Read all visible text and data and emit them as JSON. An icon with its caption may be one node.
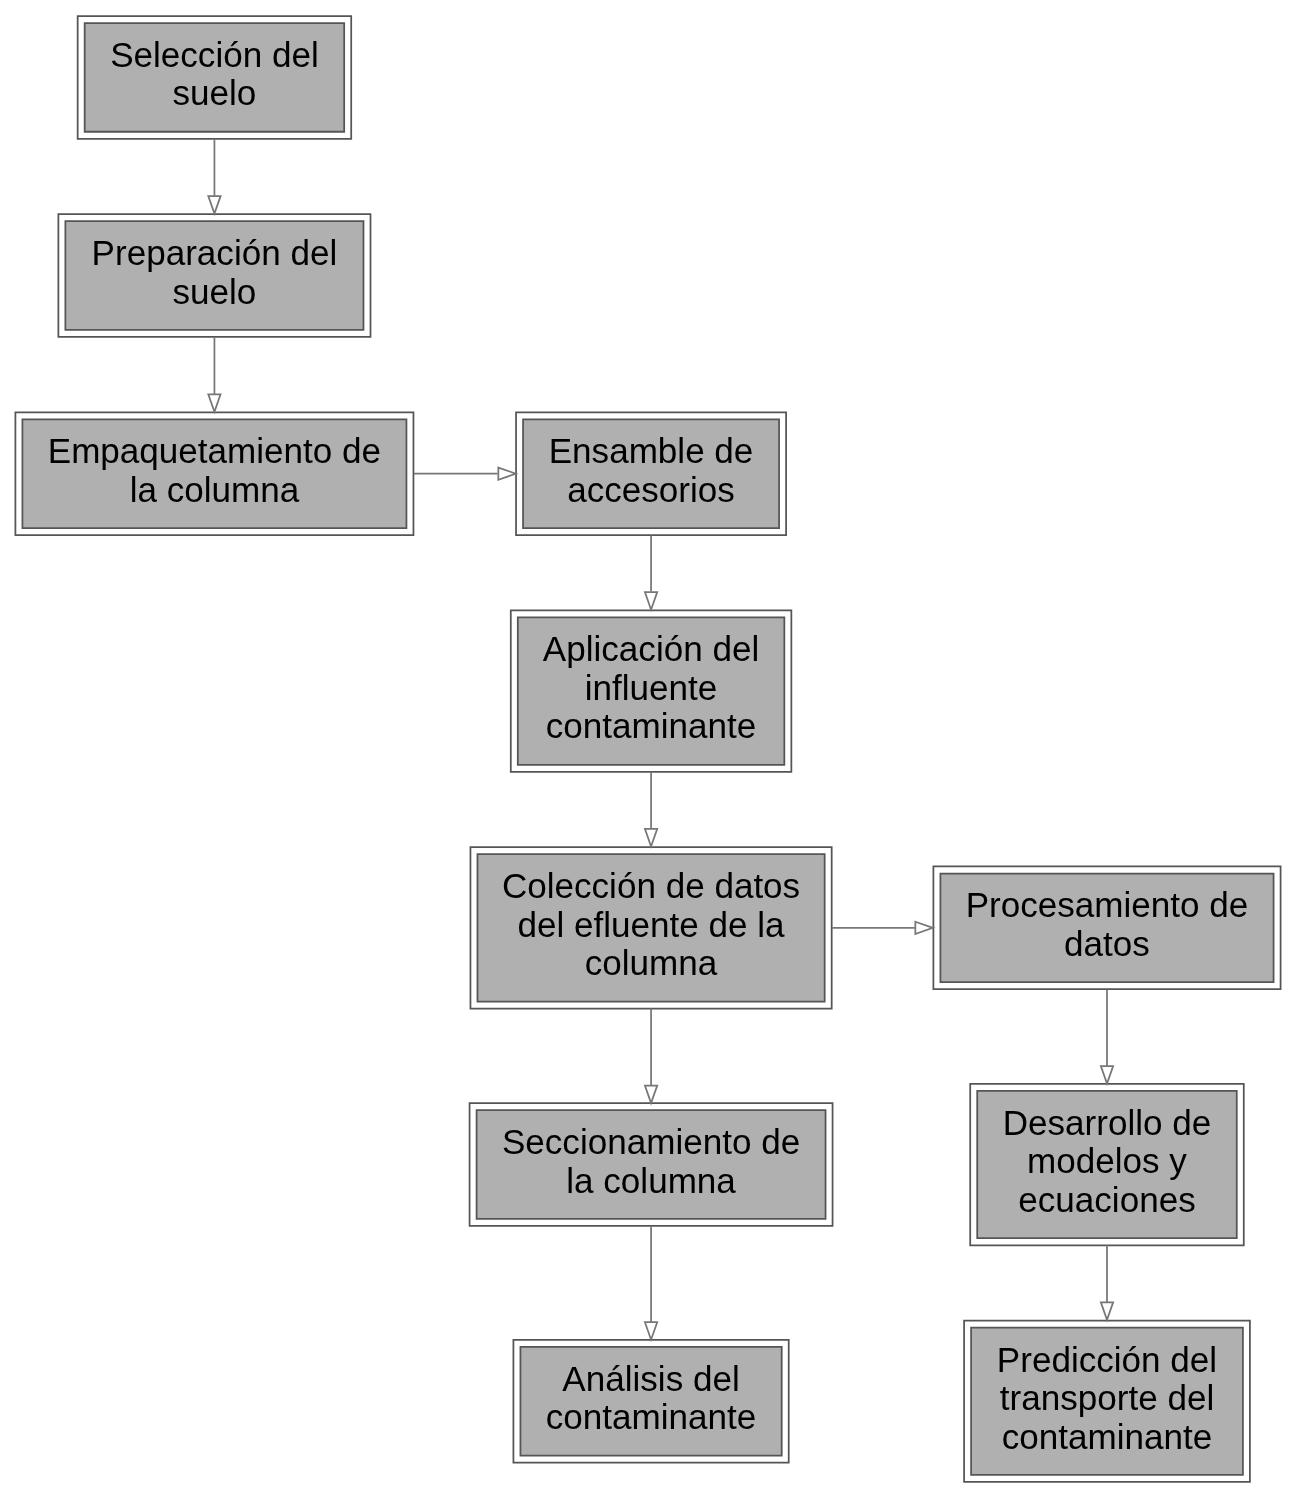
{
  "diagram": {
    "nodes": [
      {
        "text": [
          "Selección del suelo"
        ]
      },
      {
        "text": [
          "Preparación del suelo"
        ]
      },
      {
        "text": [
          "Empaquetamiento de la columna"
        ]
      },
      {
        "text": [
          "Ensamble de accesorios"
        ]
      },
      {
        "text": [
          "Aplicación del influente contaminante"
        ]
      },
      {
        "text": [
          "Colección de datos del efluente de la columna"
        ]
      },
      {
        "text": [
          "Procesamiento de datos"
        ]
      },
      {
        "text": [
          "Seccionamiento de la columna"
        ]
      },
      {
        "text": [
          "Análisis del contaminante"
        ]
      },
      {
        "text": [
          "Desarrollo de modelos y ecuaciones"
        ]
      },
      {
        "text": [
          "Predicción del transporte del contaminante"
        ]
      }
    ],
    "edges": [
      {
        "from": 0,
        "to": 1,
        "arrow": "to"
      },
      {
        "from": 1,
        "to": 2,
        "arrow": "to"
      },
      {
        "from": 2,
        "to": 3,
        "arrow": "to"
      },
      {
        "from": 3,
        "to": 4,
        "arrow": "to"
      },
      {
        "from": 4,
        "to": 5,
        "arrow": "to"
      },
      {
        "from": 5,
        "to": 6,
        "arrow": "to"
      },
      {
        "from": 5,
        "to": 7,
        "arrow": "to"
      },
      {
        "from": 7,
        "to": 8,
        "arrow": "to"
      },
      {
        "from": 6,
        "to": 9,
        "arrow": "to"
      },
      {
        "from": 9,
        "to": 10,
        "arrow": "to"
      }
    ]
  }
}
